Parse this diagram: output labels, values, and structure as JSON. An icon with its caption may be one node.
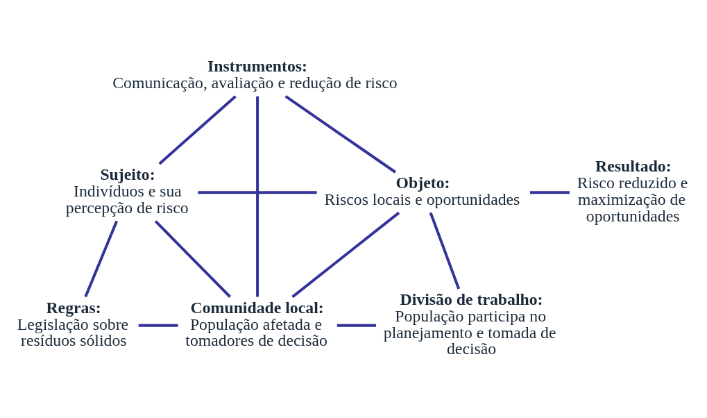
{
  "diagram": {
    "nodes": [
      {
        "text": [
          "Instrumentos:",
          "Comunicação, avaliação e redução de risco"
        ]
      },
      {
        "text": [
          "Sujeito:",
          "Indivíduos e sua percepção de risco"
        ]
      },
      {
        "text": [
          "Objeto:",
          "Riscos locais e oportunidades"
        ]
      },
      {
        "text": [
          "Resultado:",
          "Risco reduzido e maximização de oportunidades"
        ]
      },
      {
        "text": [
          "Regras:",
          "Legislação sobre resíduos sólidos"
        ]
      },
      {
        "text": [
          "Comunidade local:",
          "População afetada e tomadores de decisão"
        ]
      },
      {
        "text": [
          "Divisão de trabalho:",
          "População participa no planejamento e tomada de decisão"
        ]
      }
    ],
    "edges": [
      {
        "from": 0,
        "to": 1,
        "arrow": "none"
      },
      {
        "from": 0,
        "to": 2,
        "arrow": "none"
      },
      {
        "from": 0,
        "to": 5,
        "arrow": "none"
      },
      {
        "from": 1,
        "to": 2,
        "arrow": "none"
      },
      {
        "from": 2,
        "to": 3,
        "arrow": "none"
      },
      {
        "from": 1,
        "to": 4,
        "arrow": "none"
      },
      {
        "from": 1,
        "to": 5,
        "arrow": "none"
      },
      {
        "from": 2,
        "to": 5,
        "arrow": "none"
      },
      {
        "from": 2,
        "to": 6,
        "arrow": "none"
      },
      {
        "from": 4,
        "to": 5,
        "arrow": "none"
      },
      {
        "from": 5,
        "to": 6,
        "arrow": "none"
      }
    ]
  }
}
